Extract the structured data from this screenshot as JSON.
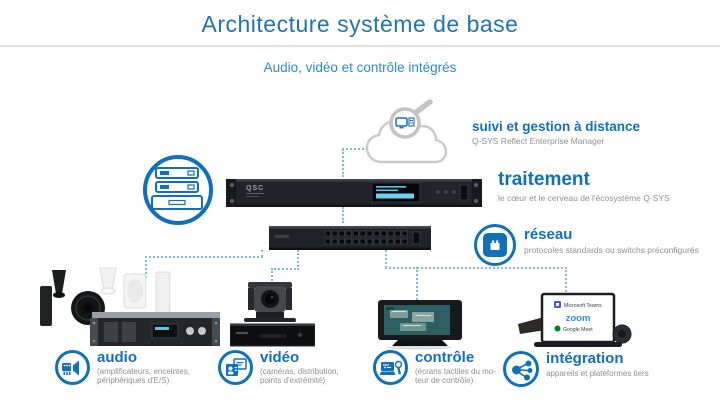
{
  "header": {
    "title": "Architecture système de base",
    "subtitle": "Audio, vidéo et contrôle intégrés"
  },
  "remote": {
    "label": "suivi et gestion à distance",
    "sublabel": "Q-SYS Reflect Enterprise Manager"
  },
  "processing": {
    "label": "traitement",
    "sublabel": "le cœur et le cerveau de l'écosystème Q-SYS"
  },
  "network": {
    "label": "réseau",
    "sublabel": "protocoles standards ou switchs préconfigurés"
  },
  "audio": {
    "label": "audio",
    "sublabel1": "(amplificateurs, enceintes,",
    "sublabel2": "périphériques d'E/S)"
  },
  "video": {
    "label": "vidéo",
    "sublabel1": "(caméras, distribution,",
    "sublabel2": "points d'extrémité)"
  },
  "control": {
    "label": "contrôle",
    "sublabel1": "(écrans tactiles du mo-",
    "sublabel2": "teur de contrôle)"
  },
  "integration": {
    "label": "intégration",
    "sublabel": "appareils et plateformes tiers"
  },
  "devices": {
    "core_brand": "QSC",
    "platforms": [
      "Microsoft Teams",
      "zoom",
      "Google Meet"
    ]
  },
  "colors": {
    "accent_blue": "#1170b8",
    "title_blue": "#2273ae",
    "subtitle_blue": "#2e88c8",
    "text_gray": "#8d8f91",
    "connector_blue": "#85b8d8"
  }
}
